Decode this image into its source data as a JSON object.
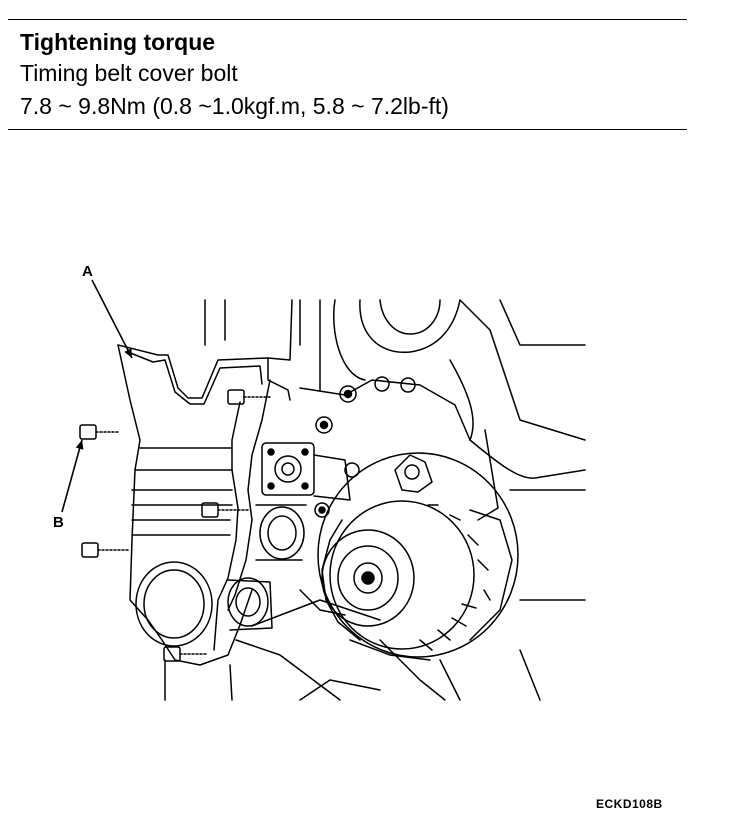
{
  "spec": {
    "title": "Tightening torque",
    "item": "Timing belt cover bolt",
    "value": "7.8 ~ 9.8Nm (0.8 ~1.0kgf.m, 5.8 ~ 7.2lb-ft)"
  },
  "callouts": {
    "a": "A",
    "b": "B"
  },
  "figure_code": "ECKD108B"
}
